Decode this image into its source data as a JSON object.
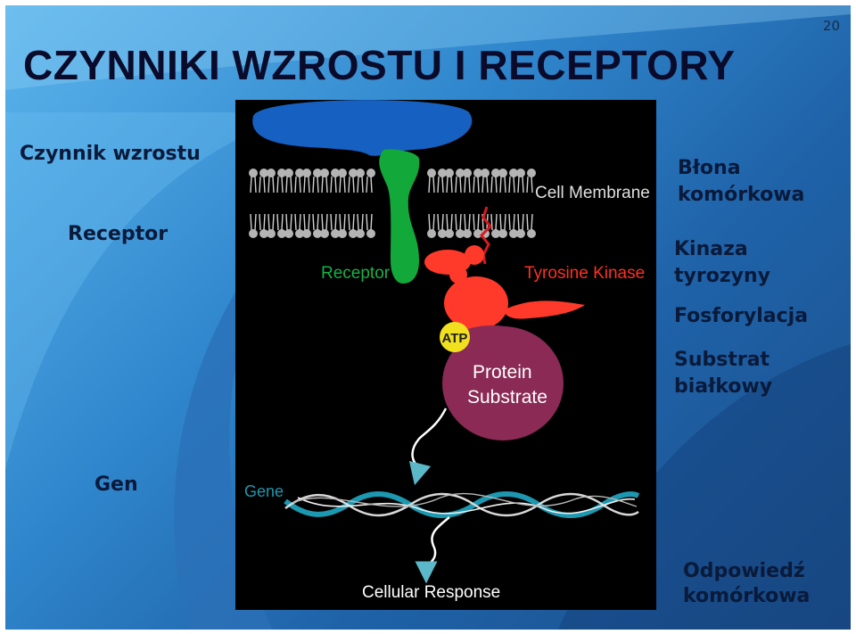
{
  "slide": {
    "number": "20",
    "title": "CZYNNIKI WZROSTU I RECEPTORY"
  },
  "left_labels": {
    "growth_factor": "Czynnik wzrostu",
    "receptor": "Receptor",
    "gene": "Gen"
  },
  "right_labels": {
    "membrane_line1": "Błona",
    "membrane_line2": "komórkowa",
    "kinase_line1": "Kinaza",
    "kinase_line2": "tyrozyny",
    "phosphorylation": "Fosforylacja",
    "substrate_line1": "Substrat",
    "substrate_line2": "białkowy",
    "response_line1": "Odpowiedź",
    "response_line2": "komórkowa"
  },
  "diagram": {
    "cell_membrane": "Cell Membrane",
    "receptor": "Receptor",
    "tyrosine_kinase": "Tyrosine Kinase",
    "atp": "ATP",
    "protein_line1": "Protein",
    "protein_line2": "Substrate",
    "gene": "Gene",
    "cellular_response": "Cellular Response",
    "colors": {
      "growth_factor": "#1560c0",
      "receptor": "#12a83a",
      "kinase": "#ff3a2a",
      "atp": "#f0e020",
      "substrate": "#8a2a55",
      "dna": "#1c98b0"
    }
  }
}
